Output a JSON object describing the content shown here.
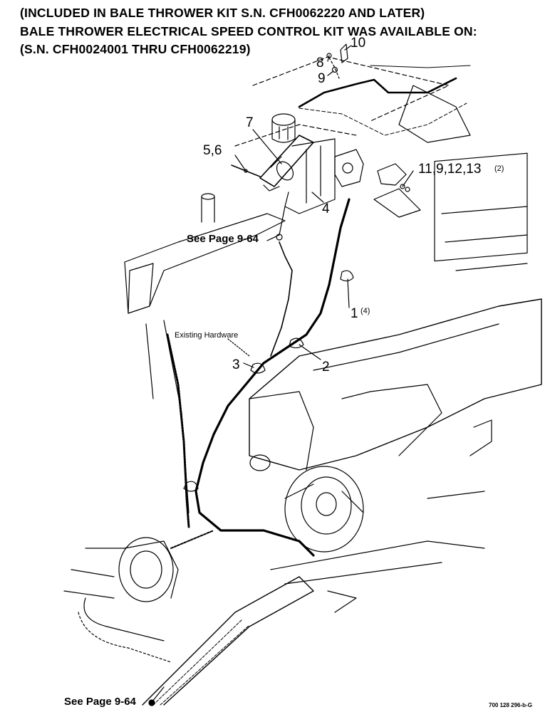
{
  "header": {
    "line1": "(INCLUDED IN BALE THROWER KIT S.N. CFH0062220 AND LATER)",
    "line2": "BALE THROWER ELECTRICAL SPEED CONTROL KIT WAS AVAILABLE ON:",
    "line3": "(S.N. CFH0024001 THRU CFH0062219)"
  },
  "callouts": {
    "c10": "10",
    "c8": "8",
    "c9": "9",
    "c7": "7",
    "c56": "5,6",
    "c4": "4",
    "c1191213": "11,9,12,13",
    "c1191213_qty": "(2)",
    "c1": "1",
    "c1_qty": "(4)",
    "c2": "2",
    "c3": "3"
  },
  "notes": {
    "see_page_top": "See Page 9-64",
    "existing_hardware": "Existing Hardware",
    "see_page_bottom": "See Page 9-64",
    "drawing_code": "700 128 296-b-G"
  }
}
